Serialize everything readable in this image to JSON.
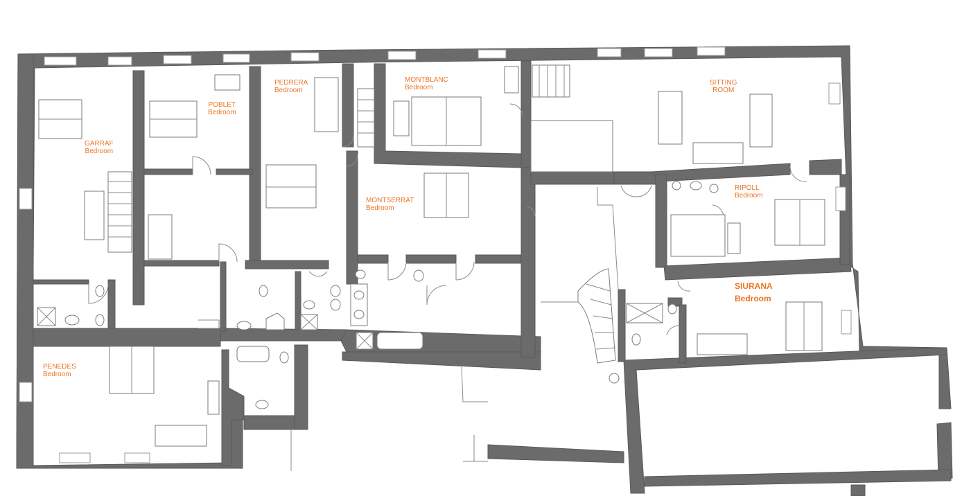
{
  "rooms": [
    {
      "id": "garraf",
      "name": "GARRAF",
      "type": "Bedroom"
    },
    {
      "id": "poblet",
      "name": "POBLET",
      "type": "Bedroom"
    },
    {
      "id": "pedrera",
      "name": "PEDRERA",
      "type": "Bedroom"
    },
    {
      "id": "montblanc",
      "name": "MONTBLANC",
      "type": "Bedroom"
    },
    {
      "id": "sitting",
      "name": "SITTING",
      "type": "ROOM"
    },
    {
      "id": "montserrat",
      "name": "MONTSERRAT",
      "type": "Bedroom"
    },
    {
      "id": "ripoll",
      "name": "RIPOLL",
      "type": "Bedroom"
    },
    {
      "id": "siurana",
      "name": "SIURANA",
      "type": "Bedroom"
    },
    {
      "id": "penedes",
      "name": "PENEDES",
      "type": "Bedroom"
    }
  ],
  "colors": {
    "label": "#ec7524",
    "wall": "#6b6b6b",
    "background": "#ffffff"
  }
}
